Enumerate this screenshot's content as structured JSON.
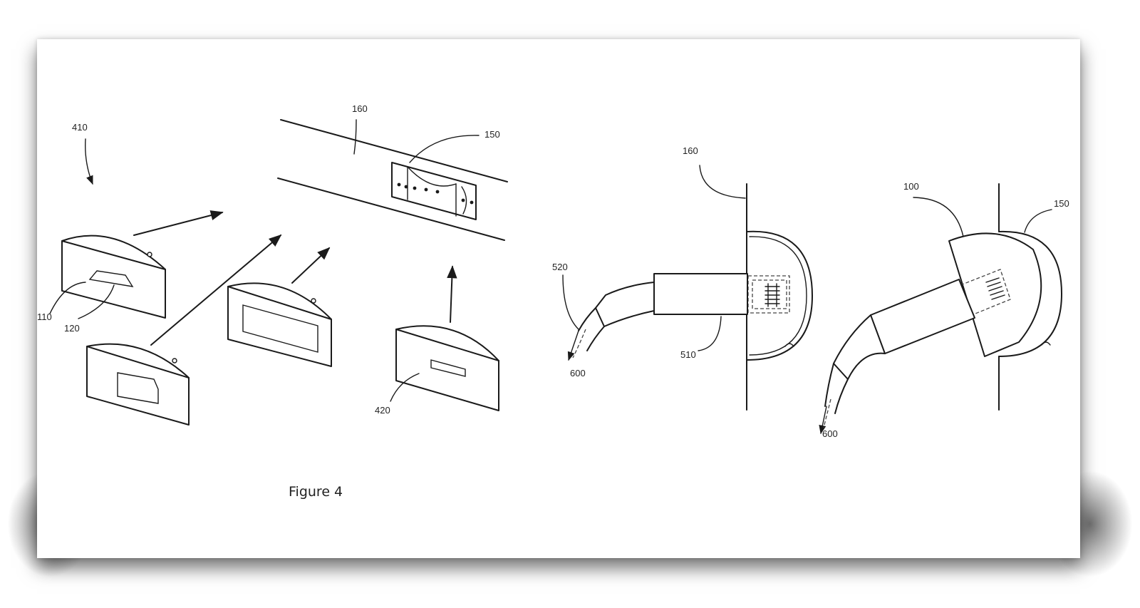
{
  "figure": {
    "caption": "Figure 4",
    "labels": {
      "r410": "410",
      "r160a": "160",
      "r150a": "150",
      "r110": "110",
      "r120": "120",
      "r420": "420",
      "r160b": "160",
      "r520": "520",
      "r510": "510",
      "r600a": "600",
      "r100": "100",
      "r150b": "150",
      "r600b": "600"
    }
  }
}
